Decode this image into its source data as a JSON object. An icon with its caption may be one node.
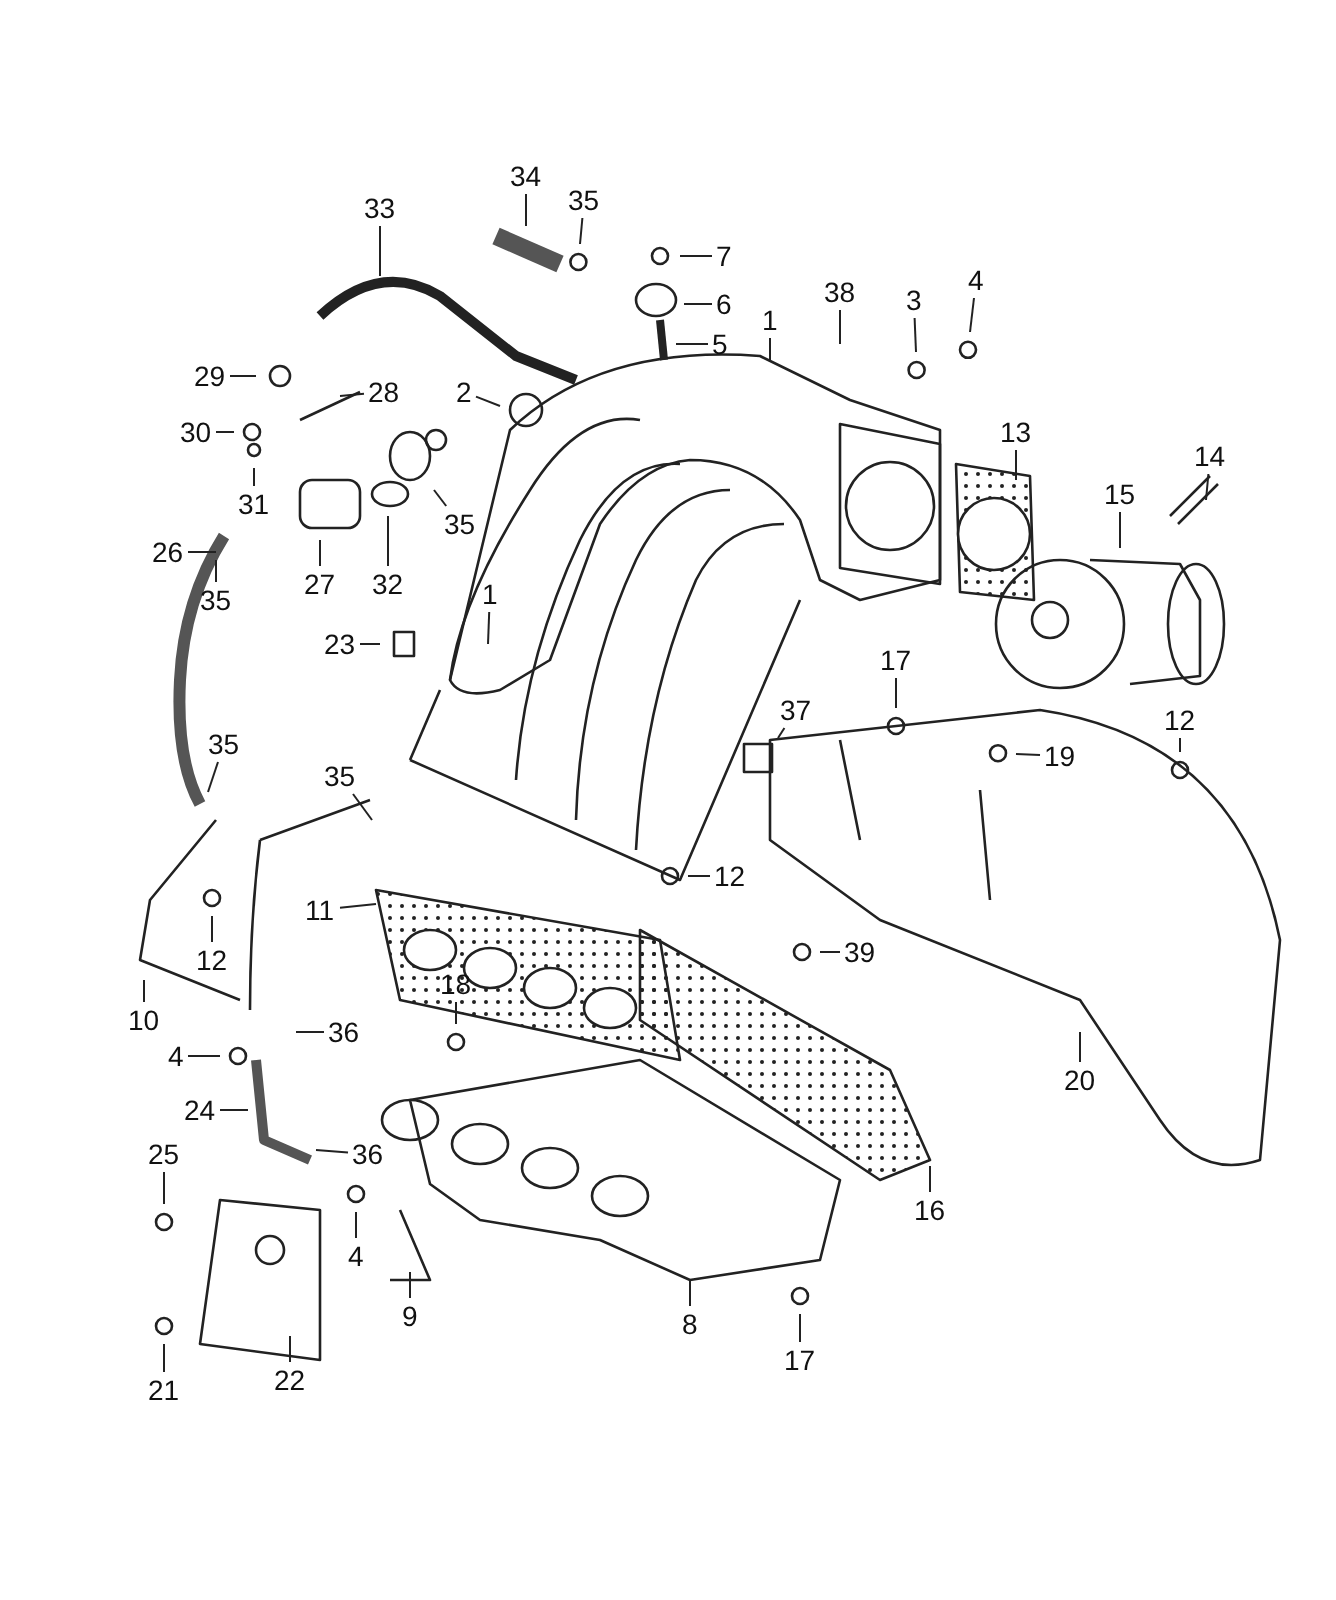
{
  "diagram": {
    "nodes": [
      {
        "text": [
          "34"
        ]
      },
      {
        "text": [
          "35"
        ]
      },
      {
        "text": [
          "33"
        ]
      },
      {
        "text": [
          "7"
        ]
      },
      {
        "text": [
          "1"
        ]
      },
      {
        "text": [
          "38"
        ]
      },
      {
        "text": [
          "4"
        ]
      },
      {
        "text": [
          "3"
        ]
      },
      {
        "text": [
          "6"
        ]
      },
      {
        "text": [
          "5"
        ]
      },
      {
        "text": [
          "29"
        ]
      },
      {
        "text": [
          "28"
        ]
      },
      {
        "text": [
          "30"
        ]
      },
      {
        "text": [
          "13"
        ]
      },
      {
        "text": [
          "14"
        ]
      },
      {
        "text": [
          "2"
        ]
      },
      {
        "text": [
          "15"
        ]
      },
      {
        "text": [
          "31"
        ]
      },
      {
        "text": [
          "35"
        ]
      },
      {
        "text": [
          "32"
        ]
      },
      {
        "text": [
          "26"
        ]
      },
      {
        "text": [
          "27"
        ]
      },
      {
        "text": [
          "35"
        ]
      },
      {
        "text": [
          "1"
        ]
      },
      {
        "text": [
          "23"
        ]
      },
      {
        "text": [
          "17"
        ]
      },
      {
        "text": [
          "37"
        ]
      },
      {
        "text": [
          "35"
        ]
      },
      {
        "text": [
          "19"
        ]
      },
      {
        "text": [
          "12"
        ]
      },
      {
        "text": [
          "35"
        ]
      },
      {
        "text": [
          "12"
        ]
      },
      {
        "text": [
          "11"
        ]
      },
      {
        "text": [
          "39"
        ]
      },
      {
        "text": [
          "12"
        ]
      },
      {
        "text": [
          "18"
        ]
      },
      {
        "text": [
          "10"
        ]
      },
      {
        "text": [
          "4"
        ]
      },
      {
        "text": [
          "36"
        ]
      },
      {
        "text": [
          "20"
        ]
      },
      {
        "text": [
          "24"
        ]
      },
      {
        "text": [
          "36"
        ]
      },
      {
        "text": [
          "25"
        ]
      },
      {
        "text": [
          "16"
        ]
      },
      {
        "text": [
          "4"
        ]
      },
      {
        "text": [
          "9"
        ]
      },
      {
        "text": [
          "8"
        ]
      },
      {
        "text": [
          "17"
        ]
      },
      {
        "text": [
          "21"
        ]
      },
      {
        "text": [
          "22"
        ]
      }
    ],
    "edges": [
      {
        "from": 0,
        "to": null,
        "arrow": "none"
      },
      {
        "from": 1,
        "to": null,
        "arrow": "none"
      },
      {
        "from": 2,
        "to": null,
        "arrow": "none"
      },
      {
        "from": 3,
        "to": null,
        "arrow": "none"
      },
      {
        "from": 4,
        "to": null,
        "arrow": "none"
      },
      {
        "from": 5,
        "to": null,
        "arrow": "none"
      },
      {
        "from": 6,
        "to": null,
        "arrow": "none"
      },
      {
        "from": 7,
        "to": null,
        "arrow": "none"
      },
      {
        "from": 8,
        "to": null,
        "arrow": "none"
      },
      {
        "from": 9,
        "to": null,
        "arrow": "none"
      },
      {
        "from": 10,
        "to": null,
        "arrow": "none"
      },
      {
        "from": 11,
        "to": null,
        "arrow": "none"
      },
      {
        "from": 12,
        "to": null,
        "arrow": "none"
      },
      {
        "from": 13,
        "to": null,
        "arrow": "none"
      },
      {
        "from": 14,
        "to": null,
        "arrow": "none"
      },
      {
        "from": 15,
        "to": null,
        "arrow": "none"
      },
      {
        "from": 16,
        "to": null,
        "arrow": "none"
      },
      {
        "from": 17,
        "to": null,
        "arrow": "none"
      },
      {
        "from": 18,
        "to": null,
        "arrow": "none"
      },
      {
        "from": 19,
        "to": null,
        "arrow": "none"
      },
      {
        "from": 20,
        "to": null,
        "arrow": "none"
      },
      {
        "from": 21,
        "to": null,
        "arrow": "none"
      },
      {
        "from": 22,
        "to": null,
        "arrow": "none"
      },
      {
        "from": 23,
        "to": null,
        "arrow": "none"
      },
      {
        "from": 24,
        "to": null,
        "arrow": "none"
      },
      {
        "from": 25,
        "to": null,
        "arrow": "none"
      },
      {
        "from": 26,
        "to": null,
        "arrow": "none"
      },
      {
        "from": 27,
        "to": null,
        "arrow": "none"
      },
      {
        "from": 28,
        "to": null,
        "arrow": "none"
      },
      {
        "from": 29,
        "to": null,
        "arrow": "none"
      },
      {
        "from": 30,
        "to": null,
        "arrow": "none"
      },
      {
        "from": 31,
        "to": null,
        "arrow": "none"
      },
      {
        "from": 32,
        "to": null,
        "arrow": "none"
      },
      {
        "from": 33,
        "to": null,
        "arrow": "none"
      },
      {
        "from": 34,
        "to": null,
        "arrow": "none"
      },
      {
        "from": 35,
        "to": null,
        "arrow": "none"
      },
      {
        "from": 36,
        "to": null,
        "arrow": "none"
      },
      {
        "from": 37,
        "to": null,
        "arrow": "none"
      },
      {
        "from": 38,
        "to": null,
        "arrow": "none"
      },
      {
        "from": 39,
        "to": null,
        "arrow": "none"
      },
      {
        "from": 40,
        "to": null,
        "arrow": "none"
      },
      {
        "from": 41,
        "to": null,
        "arrow": "none"
      },
      {
        "from": 42,
        "to": null,
        "arrow": "none"
      },
      {
        "from": 43,
        "to": null,
        "arrow": "none"
      },
      {
        "from": 44,
        "to": null,
        "arrow": "none"
      },
      {
        "from": 45,
        "to": null,
        "arrow": "none"
      },
      {
        "from": 46,
        "to": null,
        "arrow": "none"
      },
      {
        "from": 47,
        "to": null,
        "arrow": "none"
      },
      {
        "from": 48,
        "to": null,
        "arrow": "none"
      },
      {
        "from": 49,
        "to": null,
        "arrow": "none"
      }
    ]
  }
}
